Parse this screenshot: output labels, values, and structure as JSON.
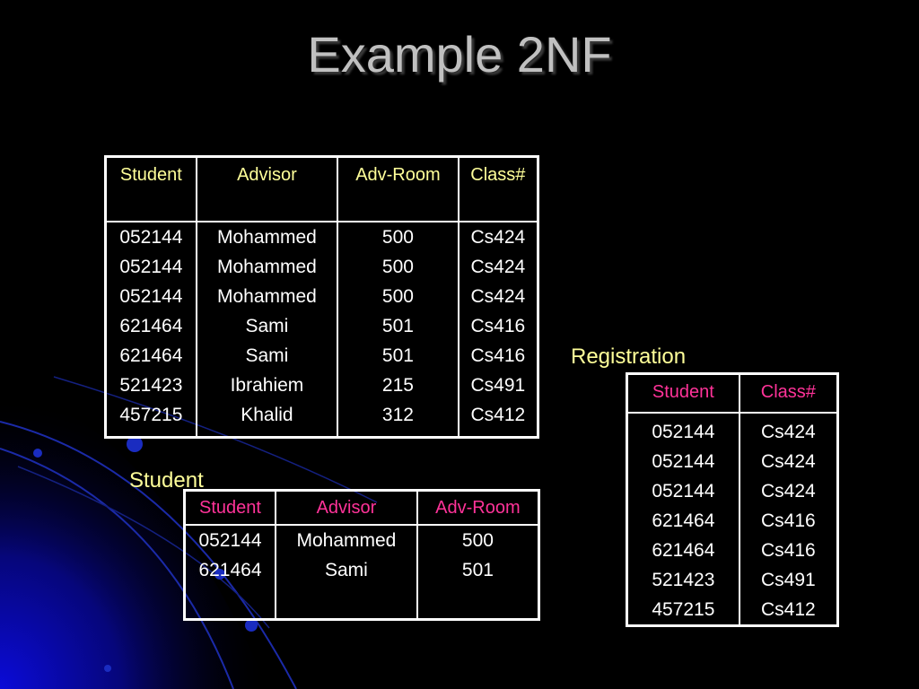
{
  "slide": {
    "title": "Example 2NF"
  },
  "colors": {
    "background": "#000000",
    "title": "#c0c0c0",
    "caption": "#ffff99",
    "main_header": "#ffff99",
    "sub_header": "#ff3399",
    "table_text": "#ffffff",
    "decoration": "#0000cc"
  },
  "main_table": {
    "headers": [
      "Student",
      "Advisor",
      "Adv-Room",
      "Class#"
    ],
    "rows": [
      [
        "052144",
        "Mohammed",
        "500",
        "Cs424"
      ],
      [
        "052144",
        "Mohammed",
        "500",
        "Cs424"
      ],
      [
        "052144",
        "Mohammed",
        "500",
        "Cs424"
      ],
      [
        "621464",
        "Sami",
        "501",
        "Cs416"
      ],
      [
        "621464",
        "Sami",
        "501",
        "Cs416"
      ],
      [
        "521423",
        "Ibrahiem",
        "215",
        "Cs491"
      ],
      [
        "457215",
        "Khalid",
        "312",
        "Cs412"
      ]
    ]
  },
  "registration_table": {
    "caption": "Registration",
    "headers": [
      "Student",
      "Class#"
    ],
    "rows": [
      [
        "052144",
        "Cs424"
      ],
      [
        "052144",
        "Cs424"
      ],
      [
        "052144",
        "Cs424"
      ],
      [
        "621464",
        "Cs416"
      ],
      [
        "621464",
        "Cs416"
      ],
      [
        "521423",
        "Cs491"
      ],
      [
        "457215",
        "Cs412"
      ]
    ]
  },
  "student_table": {
    "caption": "Student",
    "headers": [
      "Student",
      "Advisor",
      "Adv-Room"
    ],
    "rows": [
      [
        "052144",
        "Mohammed",
        "500"
      ],
      [
        "621464",
        "Sami",
        "501"
      ]
    ]
  }
}
